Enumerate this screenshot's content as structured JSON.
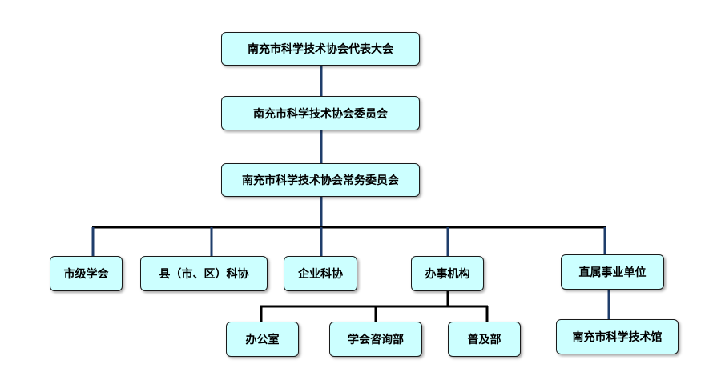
{
  "colors": {
    "node_fill": "#ccffff",
    "node_border": "#1a1a1a",
    "connector_blue": "#1f3d6b",
    "connector_black": "#000000"
  },
  "nodes": {
    "congress": "南充市科学技术协会代表大会",
    "committee": "南充市科学技术协会委员会",
    "standing_committee": "南充市科学技术协会常务委员会",
    "municipal_societies": "市级学会",
    "county_associations": "县（市、区）科协",
    "enterprise_associations": "企业科协",
    "administrative_offices": "办事机构",
    "affiliated_institutions": "直属事业单位",
    "general_office": "办公室",
    "society_consulting_dept": "学会咨询部",
    "popularization_dept": "普及部",
    "science_museum": "南充市科学技术馆"
  }
}
